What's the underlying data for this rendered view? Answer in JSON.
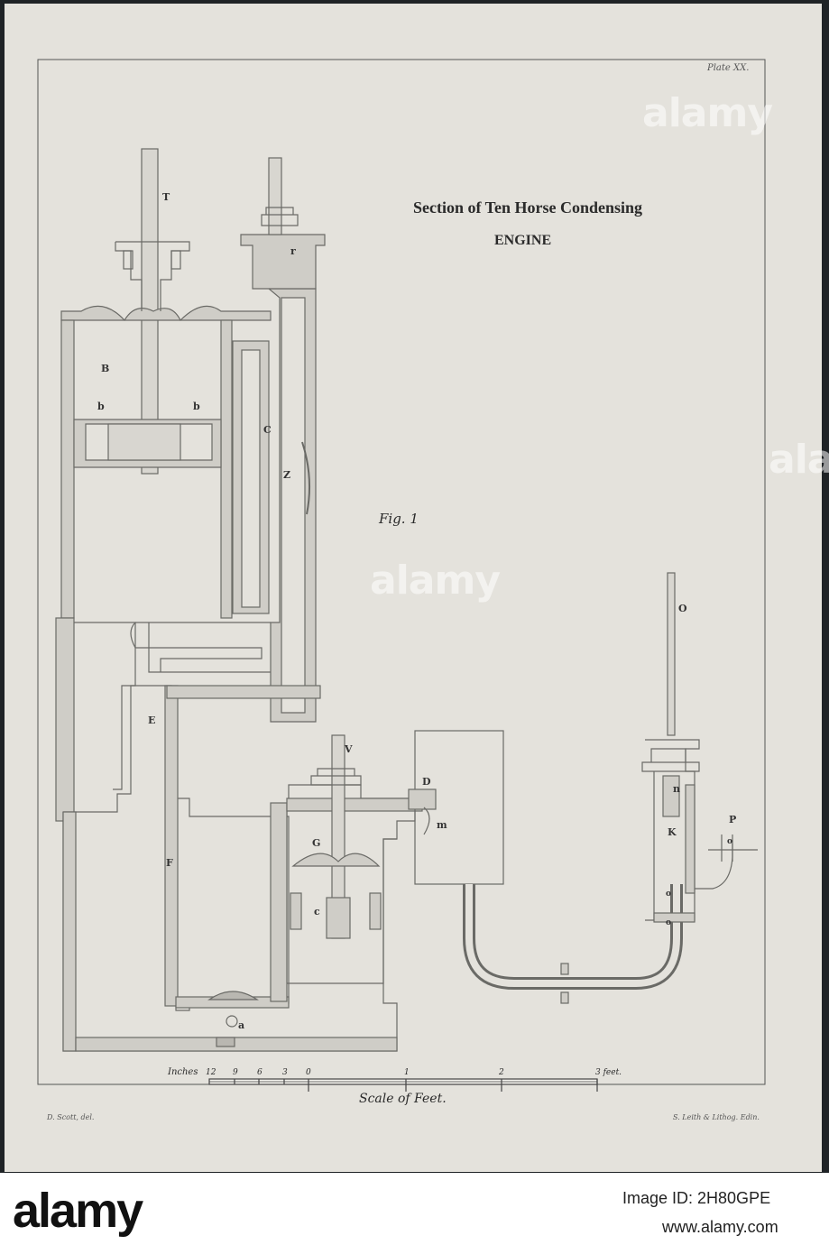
{
  "plate": {
    "plate_number": "Plate XX.",
    "title_line1": "Section of Ten Horse Condensing",
    "title_line2": "ENGINE",
    "figure_label": "Fig. 1",
    "draughtsman": "D. Scott, del.",
    "lithographer": "S. Leith & Lithog. Edin.",
    "scale_caption": "Scale of Feet."
  },
  "scale": {
    "inches_label": "Inches",
    "inch_ticks": [
      "12",
      "9",
      "6",
      "3",
      "0"
    ],
    "foot_ticks": [
      "1",
      "2",
      "3 feet."
    ]
  },
  "labels": {
    "T": "T",
    "r": "r",
    "B": "B",
    "b1": "b",
    "b2": "b",
    "C": "C",
    "Z": "Z",
    "E": "E",
    "F": "F",
    "V": "V",
    "D": "D",
    "m": "m",
    "G": "G",
    "c": "c",
    "a": "a",
    "O": "O",
    "n": "n",
    "K": "K",
    "P": "P",
    "o1": "o",
    "o2": "o",
    "o3": "o"
  },
  "footer": {
    "brand": "alamy",
    "image_id_label": "Image ID: 2H80GPE",
    "site": "www.alamy.com"
  }
}
